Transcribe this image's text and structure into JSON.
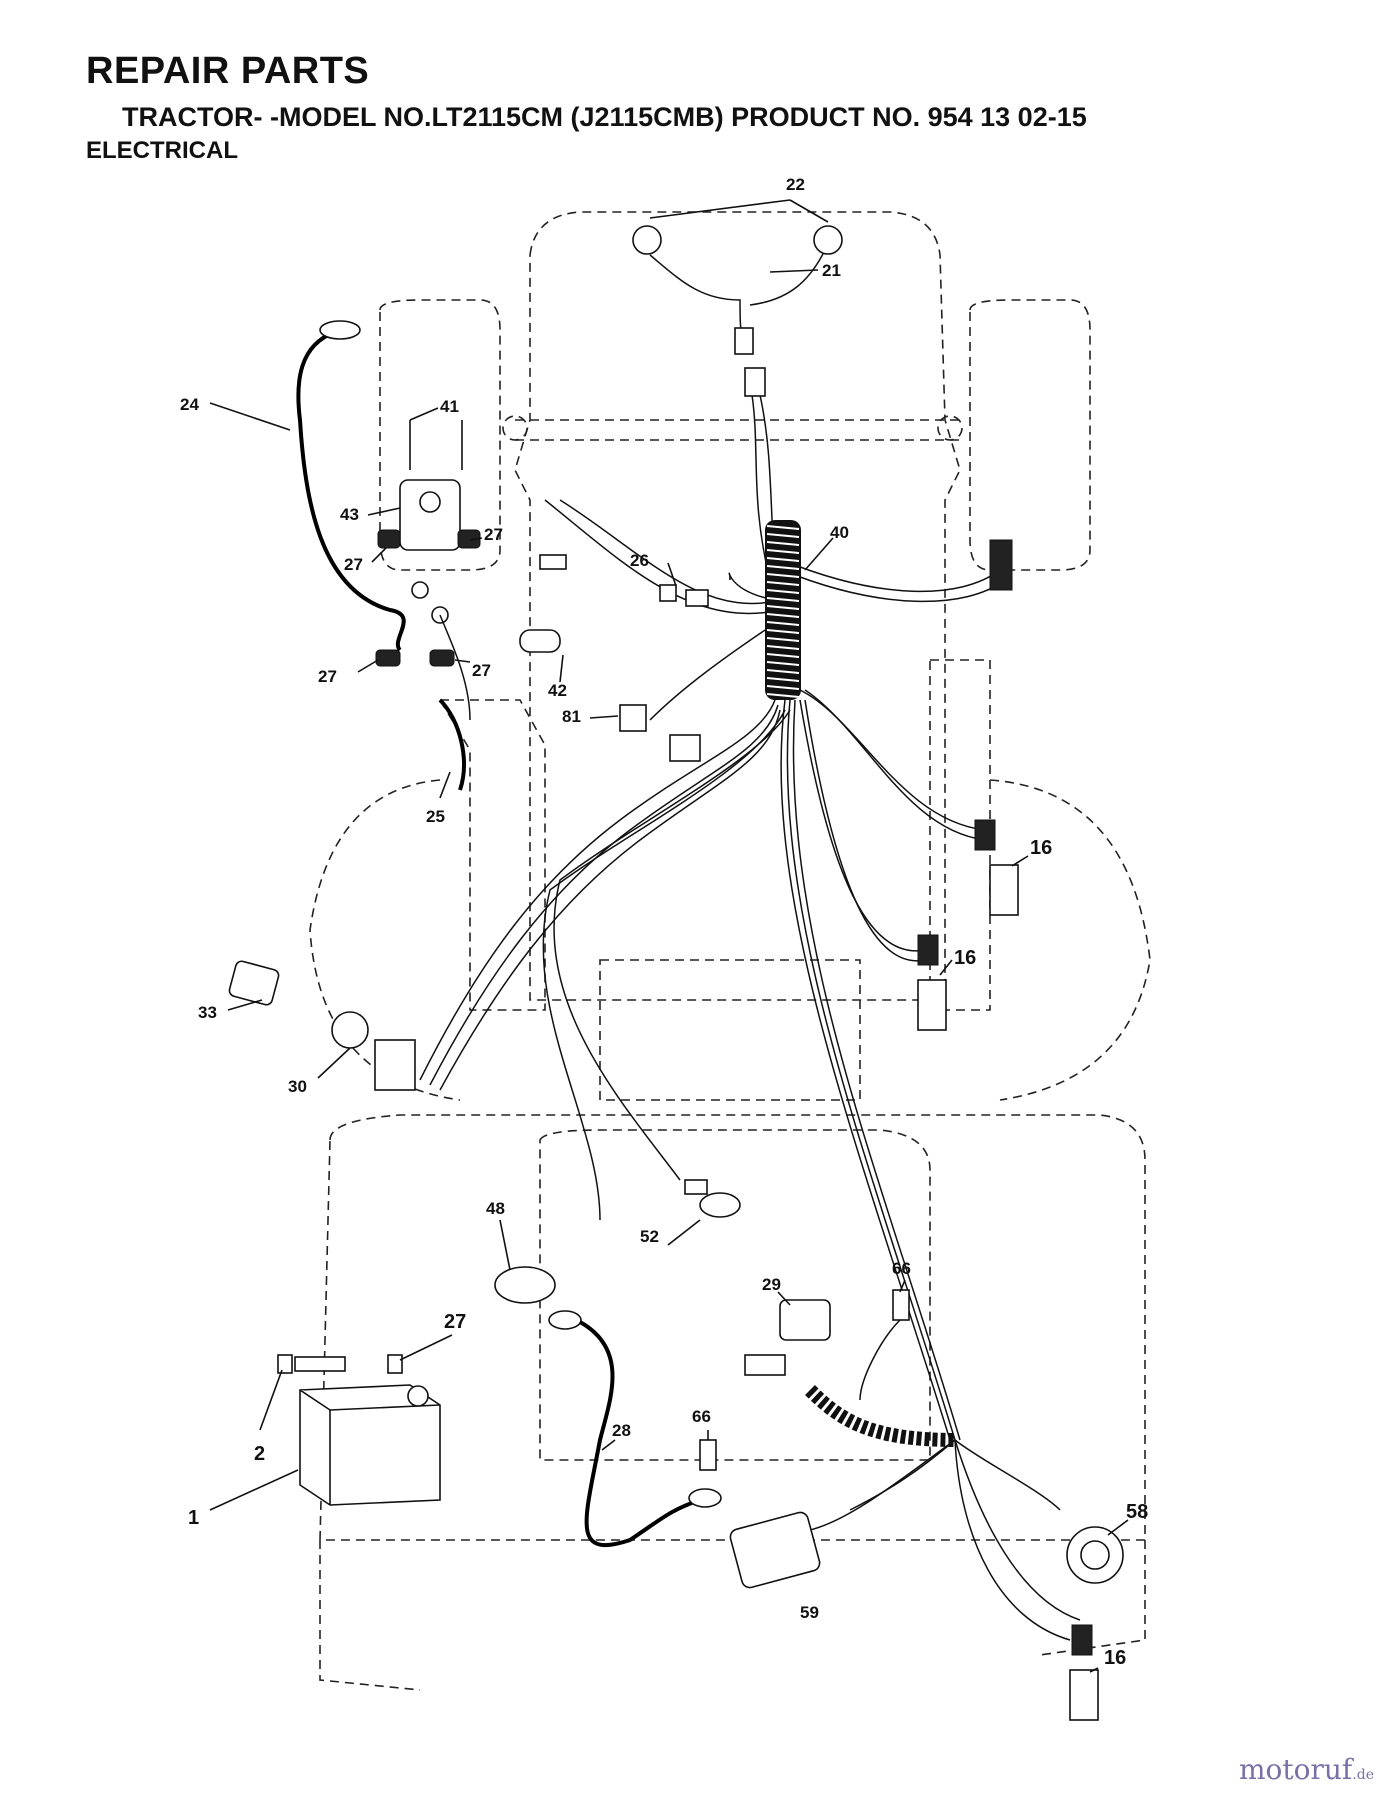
{
  "header": {
    "title": "REPAIR PARTS",
    "subtitle": "TRACTOR- -MODEL NO.LT2115CM (J2115CMB) PRODUCT NO. 954 13 02-15",
    "section": "ELECTRICAL"
  },
  "callouts": [
    "22",
    "21",
    "24",
    "41",
    "43",
    "27",
    "27",
    "27",
    "27",
    "26",
    "40",
    "42",
    "81",
    "25",
    "16",
    "16",
    "33",
    "30",
    "48",
    "52",
    "29",
    "66",
    "27",
    "2",
    "1",
    "28",
    "66",
    "58",
    "59",
    "16"
  ],
  "watermark": {
    "brand": "motoruf",
    "suffix": ".de"
  }
}
